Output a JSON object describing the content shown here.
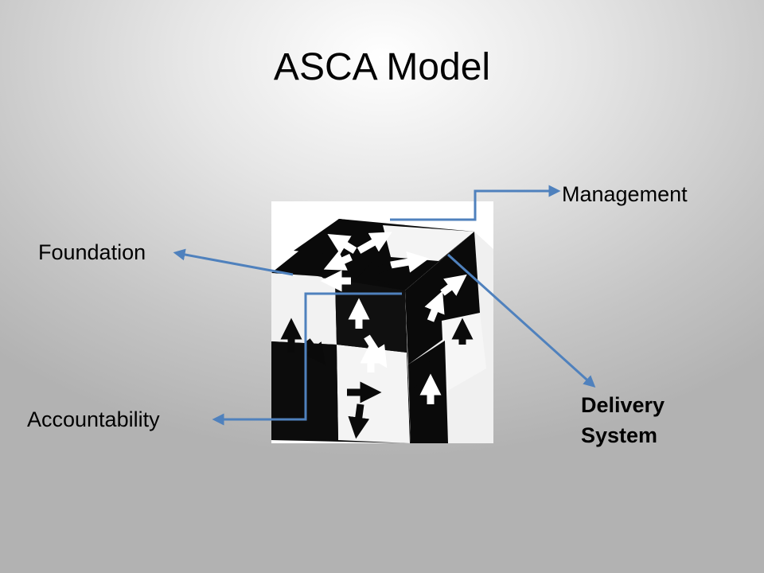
{
  "slide": {
    "title": "ASCA Model"
  },
  "labels": {
    "management": "Management",
    "foundation": "Foundation",
    "accountability": "Accountability",
    "delivery_system": "Delivery System"
  },
  "colors": {
    "connector": "#4F81BD",
    "cube_dark": "#0a0a0a",
    "cube_light": "#ffffff"
  },
  "icons": {
    "cube": "arrow-puzzle-cube",
    "connector_arrow": "arrow-right"
  }
}
